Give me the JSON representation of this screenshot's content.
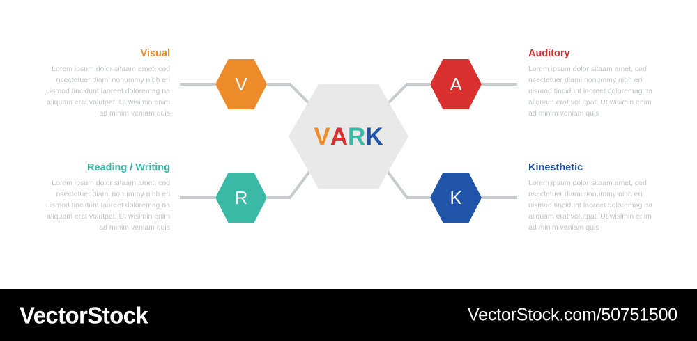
{
  "canvas": {
    "background": "#ffffff",
    "center": {
      "label": "VARK",
      "shape": "hexagon",
      "fill": "#e9e9e9",
      "letters": [
        {
          "char": "V",
          "color": "#ed8b2b"
        },
        {
          "char": "A",
          "color": "#da2f2f"
        },
        {
          "char": "R",
          "color": "#3ab9a6"
        },
        {
          "char": "K",
          "color": "#1f54a8"
        }
      ]
    },
    "connector_color": "#c9cccf"
  },
  "nodes": [
    {
      "id": "visual",
      "badge_letter": "V",
      "color": "#ed8b2b",
      "title": "Visual",
      "body": "Lorem ipsum dolor sitaam amet, cod nsectetuer diami nonummy  nibh eri uismod tincidunt laoreet doloremag na aliquam erat volutpat. Ut wisimin enim ad minim veniam quis",
      "side": "left"
    },
    {
      "id": "auditory",
      "badge_letter": "A",
      "color": "#da2f2f",
      "title": "Auditory",
      "body": "Lorem ipsum dolor sitaam amet, cod nsectetuer diami nonummy  nibh eri uismod tincidunt laoreet doloremag na aliquam erat volutpat. Ut wisimin enim ad minim veniam quis",
      "side": "right"
    },
    {
      "id": "reading",
      "badge_letter": "R",
      "color": "#3ab9a6",
      "title": "Reading / Writing",
      "body": "Lorem ipsum dolor sitaam amet, cod nsectetuer diami nonummy  nibh eri uismod tincidunt laoreet doloremag na aliquam erat volutpat. Ut wisimin enim ad minim veniam quis",
      "side": "left"
    },
    {
      "id": "kinesthetic",
      "badge_letter": "K",
      "color": "#1f54a8",
      "title": "Kinesthetic",
      "body": "Lorem ipsum dolor sitaam amet, cod nsectetuer diami nonummy  nibh eri uismod tincidunt laoreet doloremag na aliquam erat volutpat. Ut wisimin enim ad minim veniam quis",
      "side": "right"
    }
  ],
  "footer": {
    "background": "#000000",
    "logo": "VectorStock",
    "url": "VectorStock.com/50751500"
  }
}
